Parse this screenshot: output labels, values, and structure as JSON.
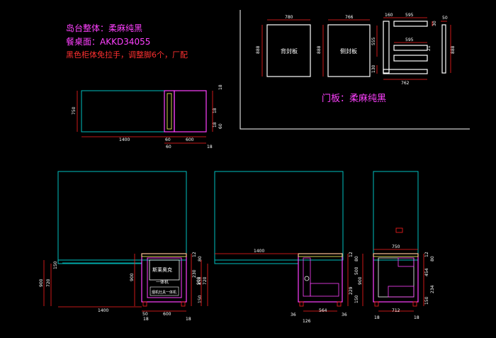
{
  "notes": {
    "island_body": "岛台整体：柔麻纯黑",
    "dining_top": "餐桌面：AKKD34055",
    "cabinet_spec": "黑色柜体免拉手，调整脚6个，厂配",
    "door_panel": "门板：柔麻纯黑"
  },
  "panels": {
    "back_panel": "背封板",
    "side_panel": "侧封板"
  },
  "appliance": {
    "brand": "斯莱奥克",
    "model": "一体机",
    "caption": "烟机灶具一体机"
  },
  "dimensions": {
    "top_h750": "750",
    "top_w1400": "1400",
    "top_w60": "60",
    "top_w600": "600",
    "top_w60b": "60",
    "top_w18": "18",
    "top_d18a": "18",
    "top_d18b": "18",
    "top_r18": "18",
    "top_r60": "60",
    "p_back_w": "780",
    "p_back_h": "888",
    "p_side_w": "766",
    "p_side_h": "888",
    "p_u_w160": "160",
    "p_u_w595": "595",
    "p_u_h555": "555",
    "p_u_w595b": "595",
    "p_u_h130": "130",
    "p_u_w762": "762",
    "p_u_h30": "30",
    "p_narrow_w50": "50",
    "p_narrow_h888": "888",
    "f_h900": "900",
    "f_h720": "720",
    "f_h150": "150",
    "f_w1400": "1400",
    "f_w50": "50",
    "f_w600": "600",
    "f_w18": "18",
    "f_w18b": "18",
    "f_c900": "900",
    "f_r12": "12",
    "f_r80": "80",
    "f_r230": "230",
    "f_r450": "450",
    "f_r150": "150",
    "s_h900": "900",
    "s_h720": "720",
    "s_w1400": "1400",
    "s_w36": "36",
    "s_w564": "564",
    "s_w36b": "36",
    "s_w126": "126",
    "s_r12": "12",
    "s_r80": "80",
    "s_r500": "500",
    "s_r229": "229",
    "s_r150": "150",
    "e_h900": "900",
    "e_w750": "750",
    "e_w712": "712",
    "e_w18": "18",
    "e_w18b": "18",
    "e_r12": "12",
    "e_r80": "80",
    "e_r454": "454",
    "e_r234": "234",
    "e_r150": "150"
  }
}
